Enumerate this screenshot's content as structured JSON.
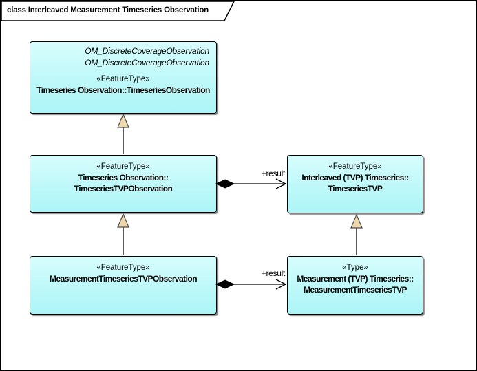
{
  "diagram": {
    "frame_title": "class Interleaved Measurement Timeseries Observation"
  },
  "colors": {
    "background": "#ffffff",
    "box_fill_top": "#d8fdfd",
    "box_fill_bottom": "#adf5f7",
    "box_border": "#000000",
    "box_shadow": "#8a8a8a",
    "generalization_arrow_fill": "#efd8ae",
    "generalization_arrow_stroke": "#4a4a4a",
    "composition_diamond_fill": "#000000",
    "connector_line": "#000000",
    "tab_fill": "#ffffff"
  },
  "classes": [
    {
      "stereotype": "«FeatureType»",
      "parents": [
        "OM_DiscreteCoverageObservation",
        "OM_DiscreteCoverageObservation"
      ],
      "name_lines": [
        "Timeseries Observation::TimeseriesObservation"
      ]
    },
    {
      "stereotype": "«FeatureType»",
      "name_lines": [
        "Timeseries Observation::",
        "TimeseriesTVPObservation"
      ]
    },
    {
      "stereotype": "«FeatureType»",
      "name_lines": [
        "MeasurementTimeseriesTVPObservation"
      ]
    },
    {
      "stereotype": "«FeatureType»",
      "name_lines": [
        "Interleaved (TVP) Timeseries::",
        "TimeseriesTVP"
      ]
    },
    {
      "stereotype": "«Type»",
      "name_lines": [
        "Measurement (TVP) Timeseries::",
        "MeasurementTimeseriesTVP"
      ]
    }
  ],
  "associations": [
    {
      "label": "+result"
    },
    {
      "label": "+result"
    }
  ]
}
